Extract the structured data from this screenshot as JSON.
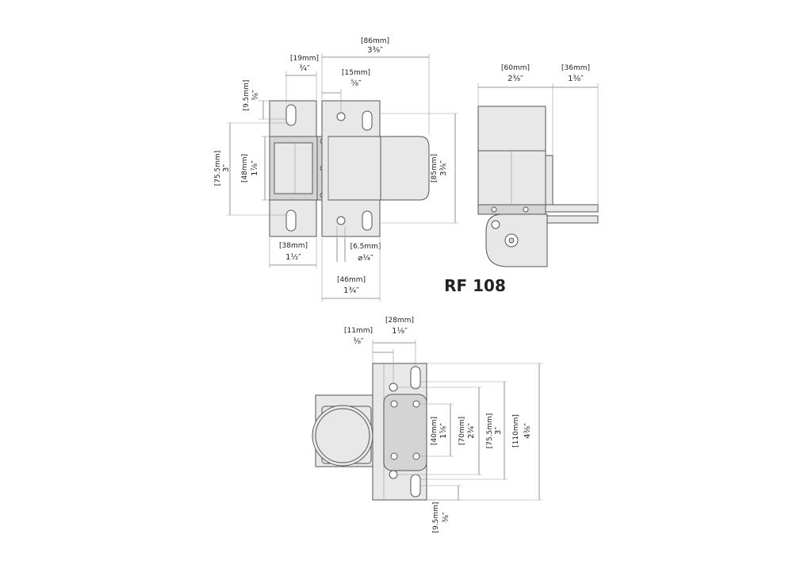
{
  "title": "RF 108",
  "dimensions": {
    "d86": {
      "mm": "[86mm]",
      "in": "3³⁄₈″"
    },
    "d19": {
      "mm": "[19mm]",
      "in": "³⁄₄″"
    },
    "d15": {
      "mm": "[15mm]",
      "in": "⁵⁄₈″"
    },
    "d95top": {
      "mm": "[9.5mm]",
      "in": "³⁄₈″"
    },
    "d755left": {
      "mm": "[75.5mm]",
      "in": "3″"
    },
    "d48": {
      "mm": "[48mm]",
      "in": "1⁷⁄₈″"
    },
    "d85": {
      "mm": "[85mm]",
      "in": "3³⁄₈″"
    },
    "d38": {
      "mm": "[38mm]",
      "in": "1¹⁄₂″"
    },
    "d65": {
      "mm": "[6.5mm]",
      "in": "⌀¹⁄₄″"
    },
    "d46": {
      "mm": "[46mm]",
      "in": "1³⁄₄″"
    },
    "d60": {
      "mm": "[60mm]",
      "in": "2³⁄₈″"
    },
    "d36": {
      "mm": "[36mm]",
      "in": "1³⁄₈″"
    },
    "d28": {
      "mm": "[28mm]",
      "in": "1¹⁄₈″"
    },
    "d11": {
      "mm": "[11mm]",
      "in": "³⁄₈″"
    },
    "d40": {
      "mm": "[40mm]",
      "in": "1⁵⁄₈″"
    },
    "d70": {
      "mm": "[70mm]",
      "in": "2³⁄₄″"
    },
    "d755right": {
      "mm": "[75.5mm]",
      "in": "3″"
    },
    "d110": {
      "mm": "[110mm]",
      "in": "4³⁄₈″"
    },
    "d95bottom": {
      "mm": "[9.5mm]",
      "in": "³⁄₈″"
    }
  }
}
